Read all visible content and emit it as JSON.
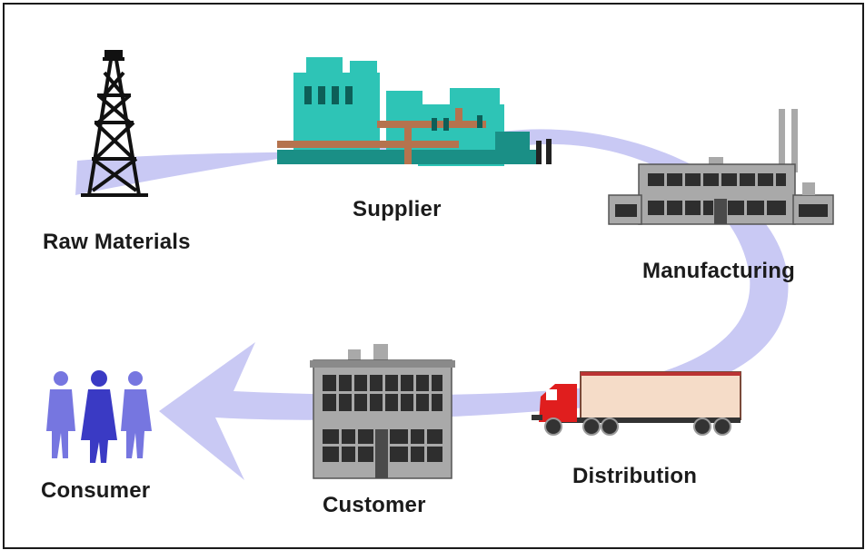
{
  "diagram": {
    "stages": [
      {
        "id": "raw",
        "label": "Raw Materials",
        "icon": "oil-derrick-icon"
      },
      {
        "id": "supplier",
        "label": "Supplier",
        "icon": "processing-plant-icon"
      },
      {
        "id": "manufacturing",
        "label": "Manufacturing",
        "icon": "factory-icon"
      },
      {
        "id": "distribution",
        "label": "Distribution",
        "icon": "truck-icon"
      },
      {
        "id": "customer",
        "label": "Customer",
        "icon": "warehouse-building-icon"
      },
      {
        "id": "consumer",
        "label": "Consumer",
        "icon": "people-icon"
      }
    ],
    "colors": {
      "flow_arrow": "#c9c9f4",
      "plant": "#2ec4b6",
      "plant_dark": "#1a8f86",
      "pipe": "#b5734e",
      "building": "#a9a9a9",
      "truck_cab": "#e01e1e",
      "trailer": "#f5dcc8",
      "people": "#3a3ac4",
      "people_light": "#7676e0"
    }
  }
}
